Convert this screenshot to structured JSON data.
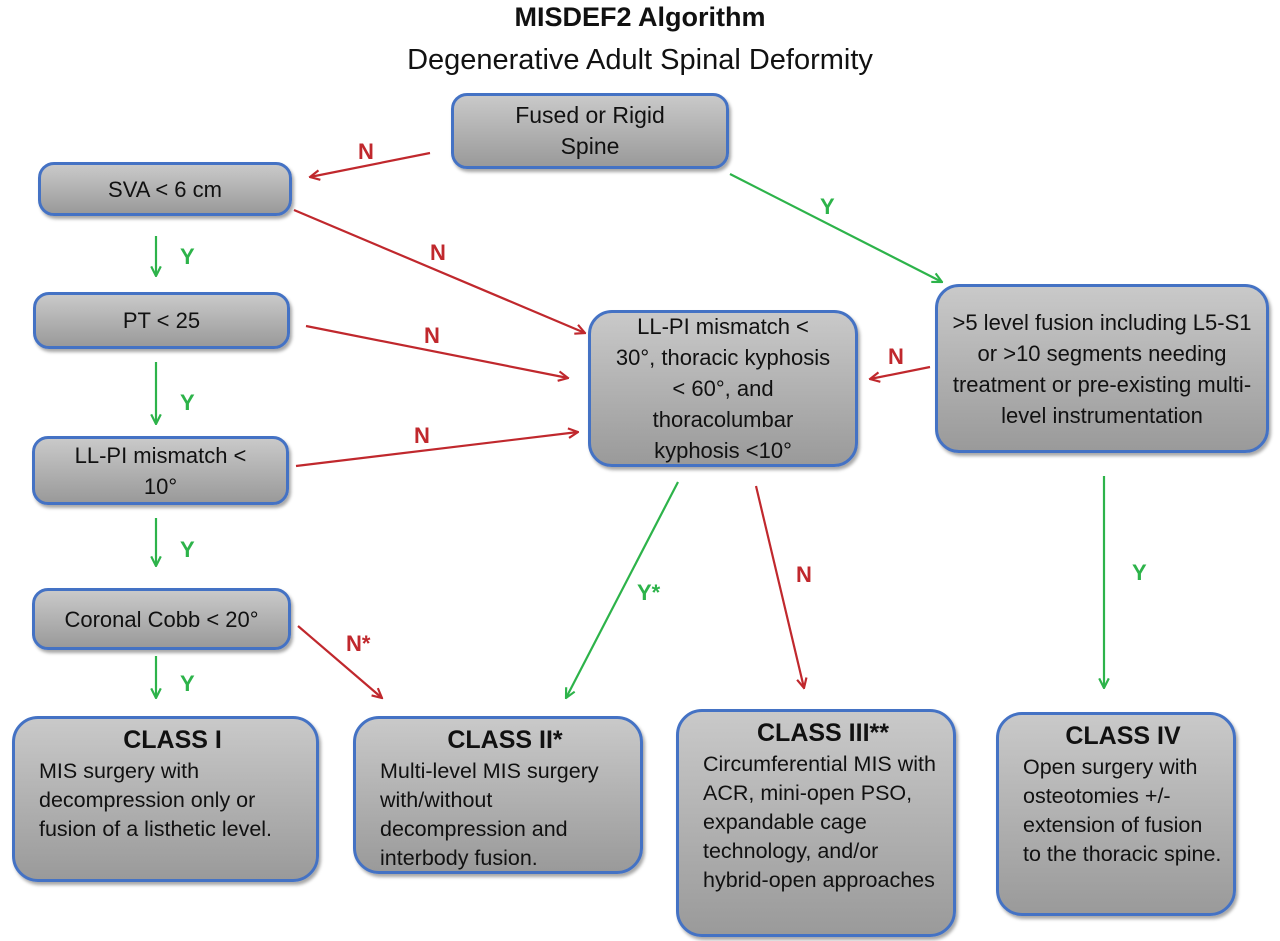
{
  "title": "MISDEF2 Algorithm",
  "subtitle": "Degenerative Adult Spinal Deformity",
  "colors": {
    "no": "#c0282d",
    "yes": "#2db34a",
    "border": "#4472c4",
    "box": "#aaaaaa"
  },
  "nodes": {
    "fused": "Fused or Rigid Spine",
    "sva": "SVA < 6 cm",
    "pt": "PT < 25",
    "llpi10": "LL-PI mismatch < 10°",
    "cobb": "Coronal Cobb < 20°",
    "center": "LL-PI mismatch < 30°, thoracic kyphosis < 60°, and thoracolumbar kyphosis <10°",
    "fusion": ">5 level fusion including L5-S1 or >10 segments needing treatment or pre-existing multi-level instrumentation"
  },
  "classes": [
    {
      "title": "CLASS I",
      "desc": "MIS surgery with decompression only or fusion of a listhetic level."
    },
    {
      "title": "CLASS II*",
      "desc": "Multi-level MIS surgery with/without decompression and interbody fusion."
    },
    {
      "title": "CLASS III**",
      "desc": "Circumferential MIS with ACR, mini-open PSO, expandable cage technology, and/or hybrid-open approaches"
    },
    {
      "title": "CLASS IV",
      "desc": "Open surgery with osteotomies +/- extension of fusion to the thoracic spine."
    }
  ],
  "labels": {
    "no": "N",
    "yes": "Y",
    "no_star": "N*",
    "yes_star": "Y*"
  }
}
